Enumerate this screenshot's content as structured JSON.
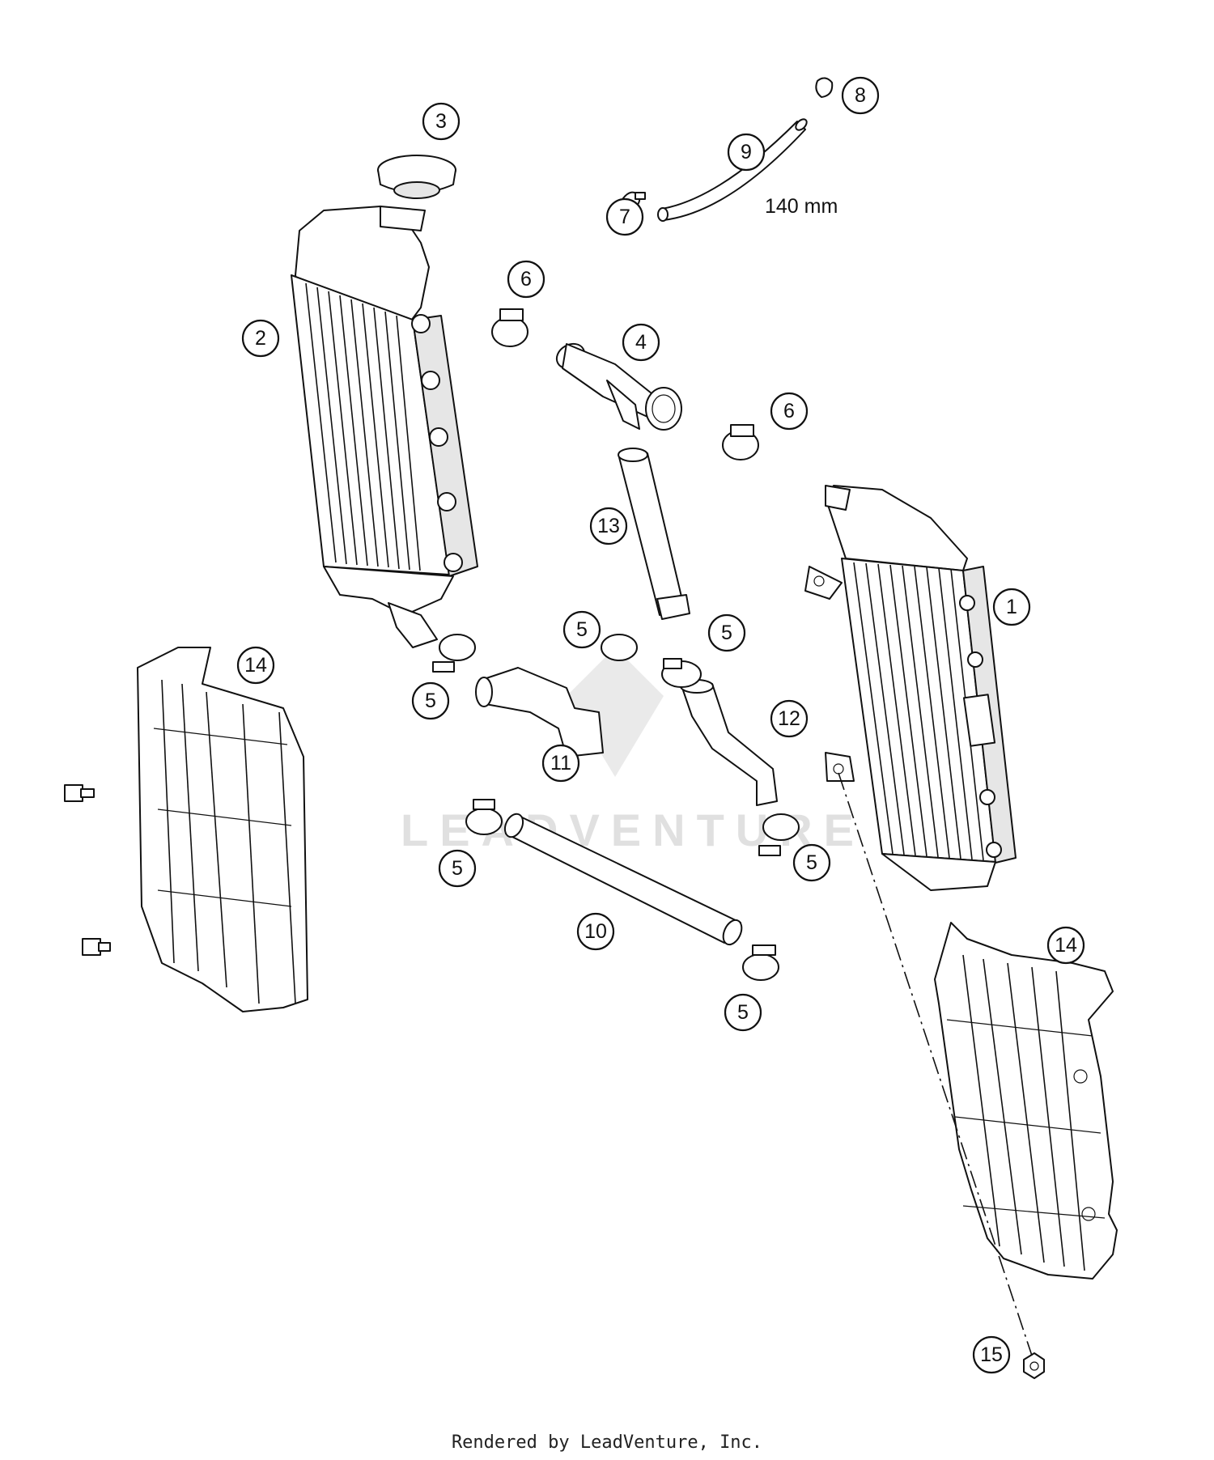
{
  "diagram": {
    "watermark": "LEADVENTURE",
    "dimension_label": "140 mm",
    "callouts": [
      "1",
      "2",
      "3",
      "4",
      "5",
      "6",
      "7",
      "8",
      "9",
      "10",
      "11",
      "12",
      "13",
      "14",
      "15"
    ]
  },
  "footer": "Rendered by LeadVenture, Inc.",
  "colors": {
    "line": "#111111",
    "background": "#ffffff",
    "watermark": "#dddddd"
  }
}
